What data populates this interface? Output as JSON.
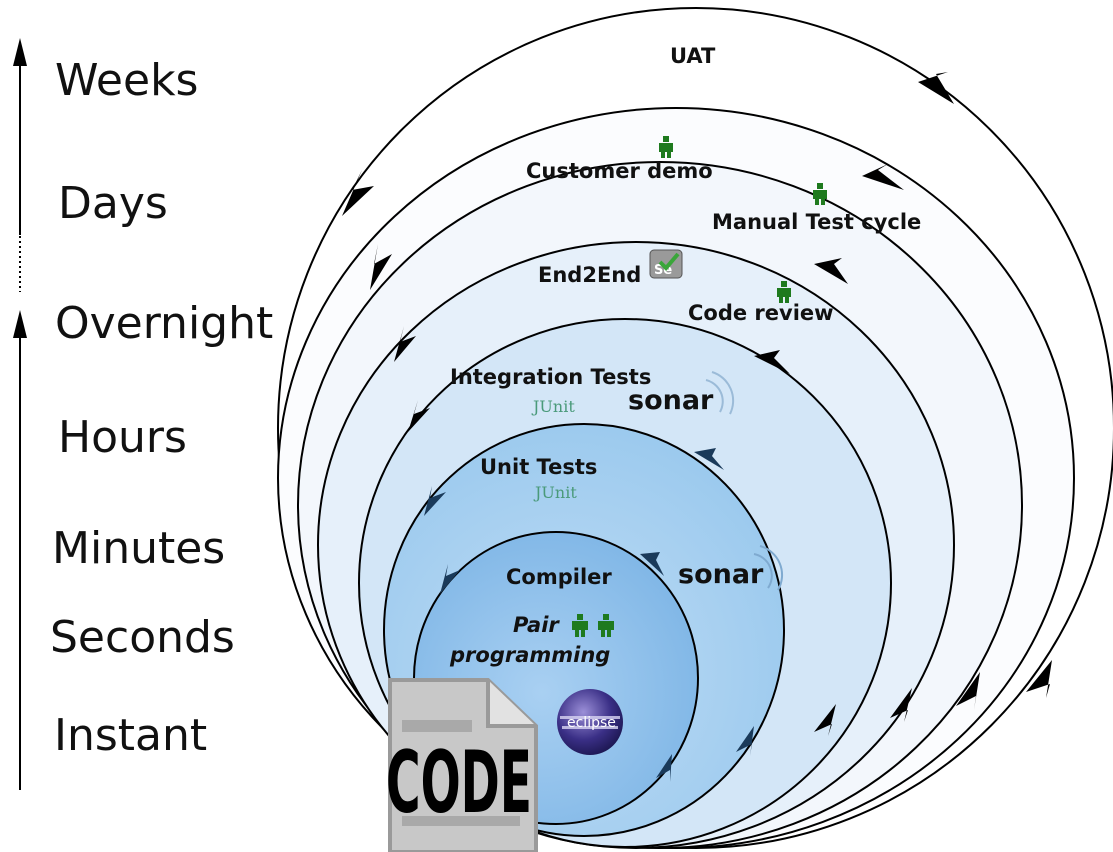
{
  "time_scale": {
    "weeks": "Weeks",
    "days": "Days",
    "overnight": "Overnight",
    "hours": "Hours",
    "minutes": "Minutes",
    "seconds": "Seconds",
    "instant": "Instant"
  },
  "cycles": {
    "uat": "UAT",
    "customer_demo": "Customer demo",
    "manual_test_cycle": "Manual Test cycle",
    "end2end": "End2End",
    "code_review": "Code review",
    "integration_tests": "Integration Tests",
    "unit_tests": "Unit Tests",
    "compiler": "Compiler",
    "pair": "Pair",
    "programming": "programming"
  },
  "tools": {
    "sonar_outer": "sonar",
    "sonar_inner": "sonar",
    "junit_outer": "JUnit",
    "junit_inner": "JUnit",
    "selenium": "Se",
    "eclipse": "eclipse",
    "code_file": "CODE"
  },
  "colors": {
    "arrow": "#000000",
    "inner_arrow": "#1a3a5a",
    "person": "#1e7a1e",
    "ring_light": "#f6f9fd",
    "ring_mid": "#cfe3f7",
    "ring_deep": "#8ec0ec"
  }
}
